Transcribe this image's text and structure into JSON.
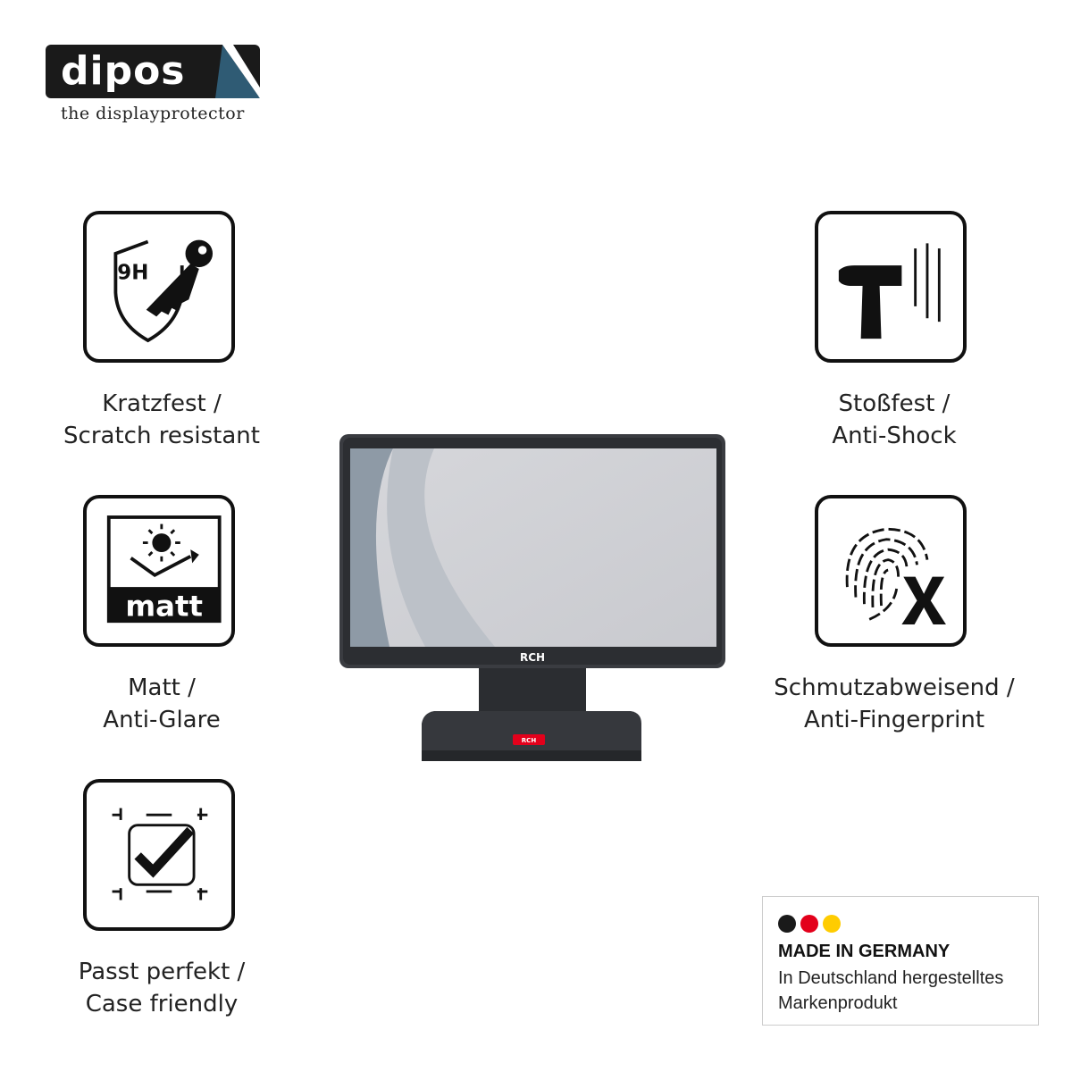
{
  "brand": {
    "name": "dipos",
    "tagline": "the displayprotector"
  },
  "features": [
    {
      "icon": "shield-key-icon",
      "badge": "9H",
      "line1": "Kratzfest /",
      "line2": "Scratch resistant"
    },
    {
      "icon": "sun-matt-icon",
      "badge": "matt",
      "line1": "Matt /",
      "line2": "Anti-Glare"
    },
    {
      "icon": "checkmark-fit-icon",
      "line1": "Passt perfekt /",
      "line2": "Case friendly"
    },
    {
      "icon": "hammer-icon",
      "line1": "Stoßfest /",
      "line2": "Anti-Shock"
    },
    {
      "icon": "fingerprint-x-icon",
      "line1": "Schmutzabweisend /",
      "line2": "Anti-Fingerprint"
    }
  ],
  "device": {
    "brand_label": "RCH",
    "base_label": "RCH"
  },
  "made_in": {
    "title": "MADE IN GERMANY",
    "subtitle": "In Deutschland hergestelltes Markenprodukt",
    "colors": [
      "#1a1a1a",
      "#e3001b",
      "#ffcc00"
    ]
  },
  "colors": {
    "ink": "#111111",
    "accent_red": "#e3001b"
  }
}
